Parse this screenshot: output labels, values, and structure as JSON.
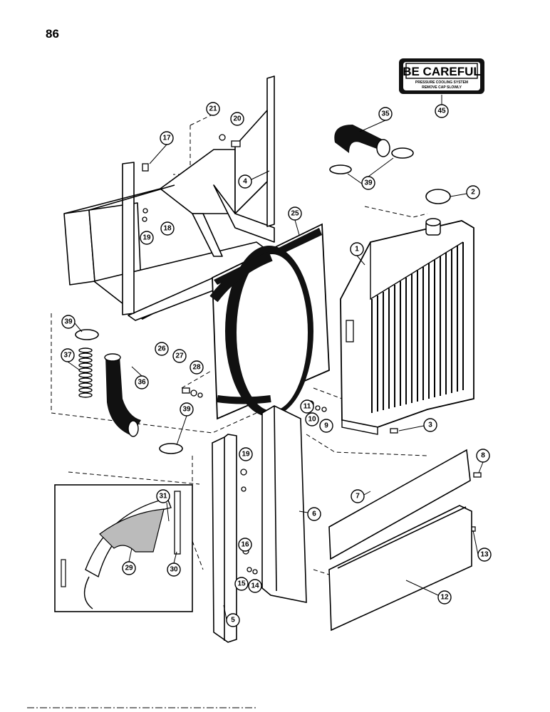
{
  "page": {
    "number": "86"
  },
  "warning_decal": {
    "title": "BE CAREFUL",
    "line1": "PRESSURE COOLING SYSTEM",
    "line2": "REMOVE CAP SLOWLY"
  },
  "callouts": [
    "1",
    "2",
    "3",
    "4",
    "5",
    "6",
    "7",
    "8",
    "9",
    "10",
    "11",
    "12",
    "13",
    "14",
    "15",
    "16",
    "17",
    "18",
    "19",
    "19",
    "20",
    "21",
    "25",
    "26",
    "27",
    "28",
    "29",
    "30",
    "31",
    "35",
    "36",
    "37",
    "39",
    "39",
    "39",
    "45"
  ]
}
